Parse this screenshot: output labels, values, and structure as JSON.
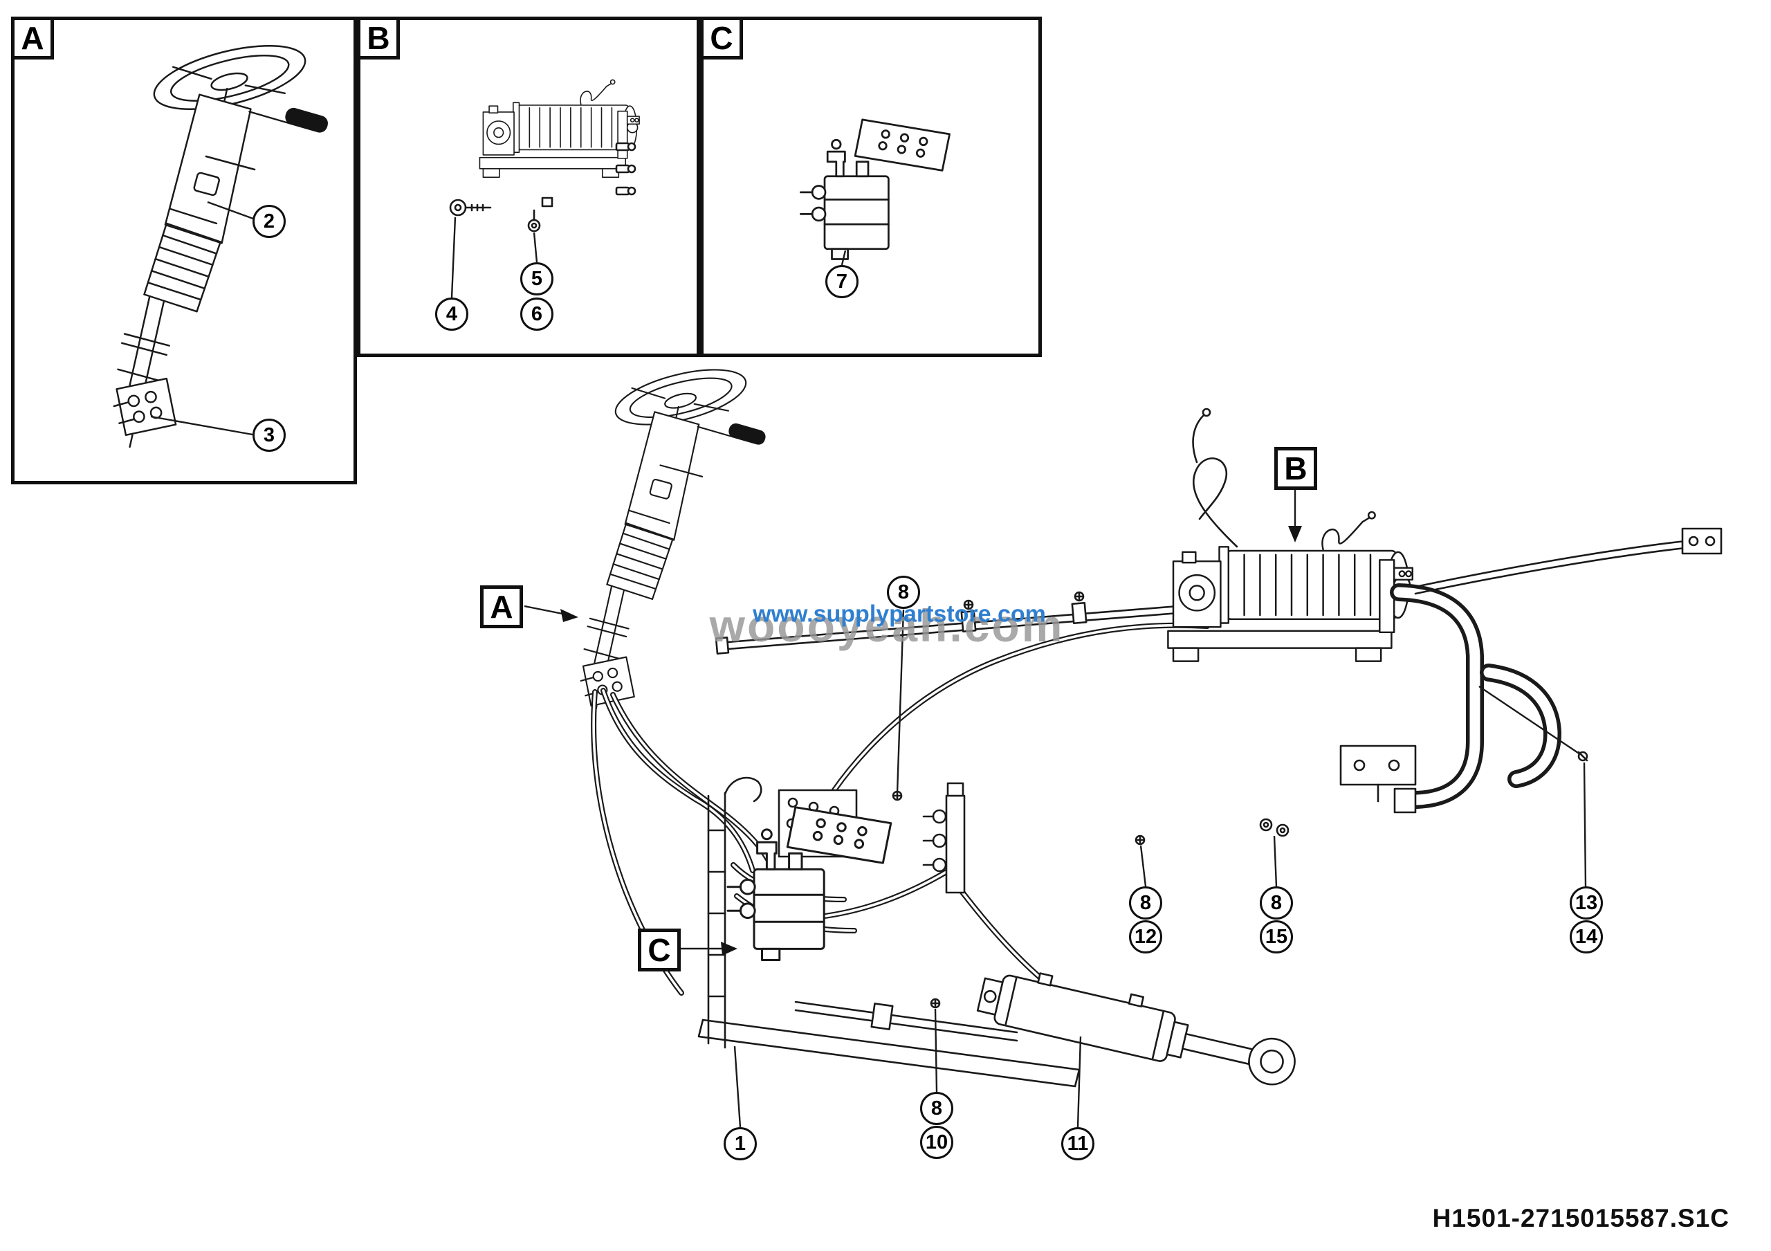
{
  "insets": {
    "a": {
      "label": "A",
      "callout_2": "2",
      "callout_3": "3"
    },
    "b": {
      "label": "B",
      "callout_4": "4",
      "callout_5": "5",
      "callout_6": "6"
    },
    "c": {
      "label": "C",
      "callout_7": "7"
    }
  },
  "main": {
    "pointer_a": "A",
    "pointer_b": "B",
    "pointer_c": "C",
    "callout_8_top": "8",
    "callout_8_mid": "8",
    "callout_12": "12",
    "callout_8_right": "8",
    "callout_15": "15",
    "callout_13": "13",
    "callout_14": "14",
    "callout_1": "1",
    "callout_8_bottom": "8",
    "callout_10": "10",
    "callout_11": "11"
  },
  "watermark": {
    "primary": "woooyeah.com",
    "secondary": "www.supplypartstore.com"
  },
  "footer": {
    "part_code": "H1501-2715015587.S1C"
  }
}
